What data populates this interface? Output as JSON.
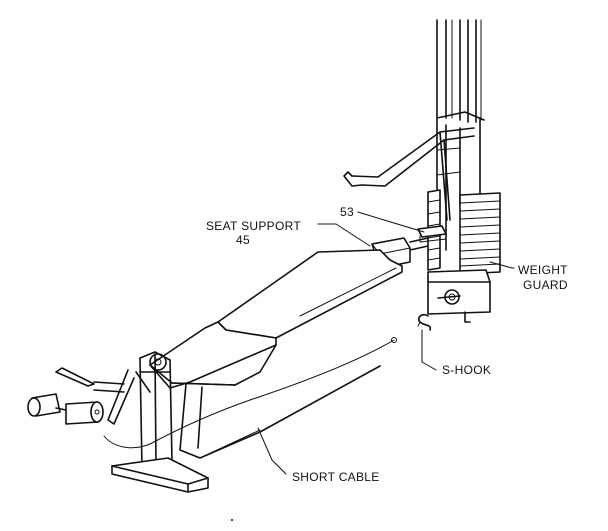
{
  "labels": {
    "seat_support": "SEAT SUPPORT",
    "seat_support_num": "45",
    "part_53": "53",
    "weight_guard_line1": "WEIGHT",
    "weight_guard_line2": "GUARD",
    "s_hook": "S-HOOK",
    "short_cable": "SHORT CABLE"
  }
}
